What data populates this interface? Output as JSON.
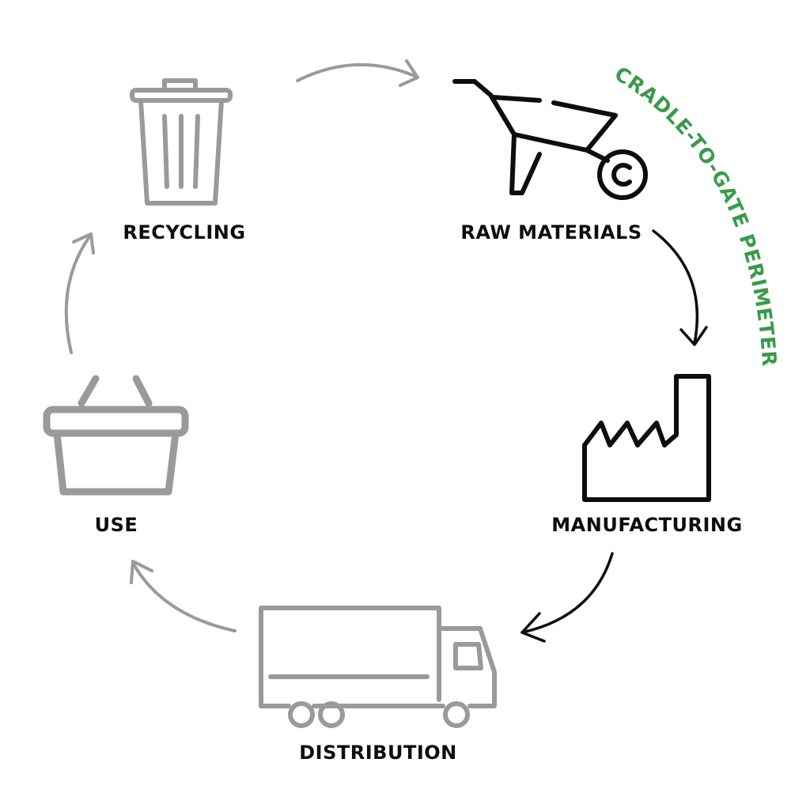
{
  "stages": [
    {
      "key": "recycling",
      "label": "RECYCLING",
      "icon": "trash-can-icon",
      "active": false
    },
    {
      "key": "raw_materials",
      "label": "RAW MATERIALS",
      "icon": "wheelbarrow-icon",
      "active": true
    },
    {
      "key": "manufacturing",
      "label": "MANUFACTURING",
      "icon": "factory-icon",
      "active": true
    },
    {
      "key": "distribution",
      "label": "DISTRIBUTION",
      "icon": "truck-icon",
      "active": false
    },
    {
      "key": "use",
      "label": "USE",
      "icon": "shopping-basket-icon",
      "active": false
    }
  ],
  "perimeter": {
    "label": "CRADLE-TO-GATE PERIMETER"
  },
  "colors": {
    "active": "#0d0d0d",
    "inactive": "#9a9a9a",
    "perimeter": "#3a9a4a",
    "label": "#0d0d0d"
  }
}
